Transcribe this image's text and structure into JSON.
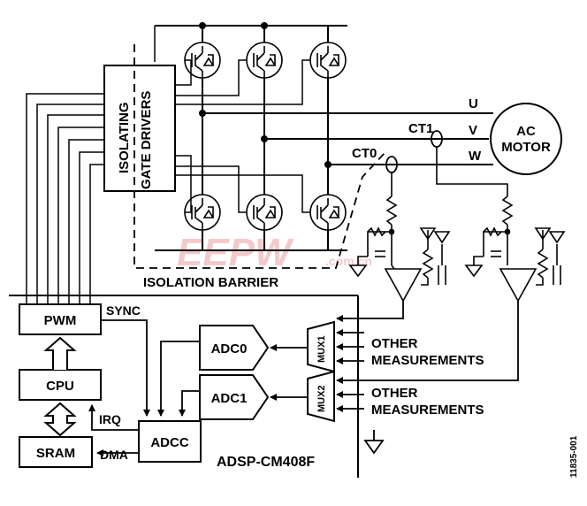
{
  "blocks": {
    "gate_drivers_line1": "ISOLATING",
    "gate_drivers_line2": "GATE DRIVERS",
    "pwm": "PWM",
    "cpu": "CPU",
    "sram": "SRAM",
    "adcc": "ADCC",
    "adc0": "ADC0",
    "adc1": "ADC1",
    "mux1": "MUX1",
    "mux2": "MUX2",
    "motor_line1": "AC",
    "motor_line2": "MOTOR"
  },
  "signals": {
    "sync": "SYNC",
    "irq": "IRQ",
    "dma": "DMA",
    "phase_u": "U",
    "phase_v": "V",
    "phase_w": "W",
    "ct1": "CT1",
    "ct0": "CT0"
  },
  "labels": {
    "isolation_barrier": "ISOLATION BARRIER",
    "processor": "ADSP-CM408F",
    "other_meas_1_line1": "OTHER",
    "other_meas_1_line2": "MEASUREMENTS",
    "other_meas_2_line1": "OTHER",
    "other_meas_2_line2": "MEASUREMENTS",
    "figure_id": "11835-001",
    "watermark": "EEPW",
    "watermark_sub": ".com.cn"
  },
  "colors": {
    "ink": "#000000",
    "watermark": "#e8a0a0"
  }
}
